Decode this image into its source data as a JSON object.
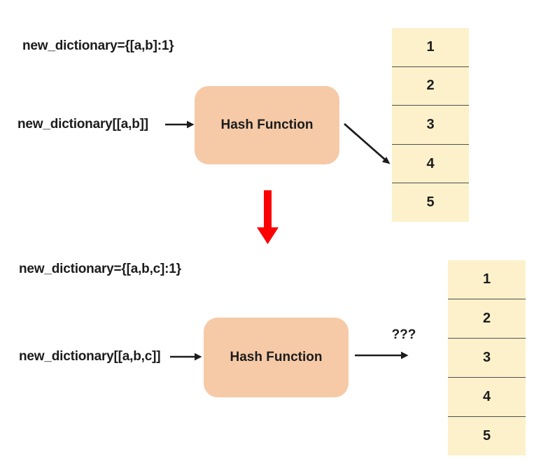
{
  "colors": {
    "box_fill": "#F6CAA7",
    "cell_fill": "#FCF1CB",
    "ink": "#1c1c1c",
    "divider": "#4f4f4f",
    "red_arrow": "#FB0305"
  },
  "icons": {
    "top_input_arrow": "arrow-right",
    "top_output_arrow": "arrow-down-right",
    "transition_arrow": "red-arrow-down",
    "bottom_input_arrow": "arrow-right",
    "bottom_output_arrow": "arrow-right"
  },
  "top_section": {
    "definition": "new_dictionary={[a,b]:1}",
    "lookup": "new_dictionary[[a,b]]",
    "box_label": "Hash Function",
    "table_cells": [
      "1",
      "2",
      "3",
      "4",
      "5"
    ]
  },
  "bottom_section": {
    "definition": "new_dictionary={[a,b,c]:1}",
    "lookup": "new_dictionary[[a,b,c]]",
    "box_label": "Hash Function",
    "unknown_label": "???",
    "table_cells": [
      "1",
      "2",
      "3",
      "4",
      "5"
    ]
  }
}
